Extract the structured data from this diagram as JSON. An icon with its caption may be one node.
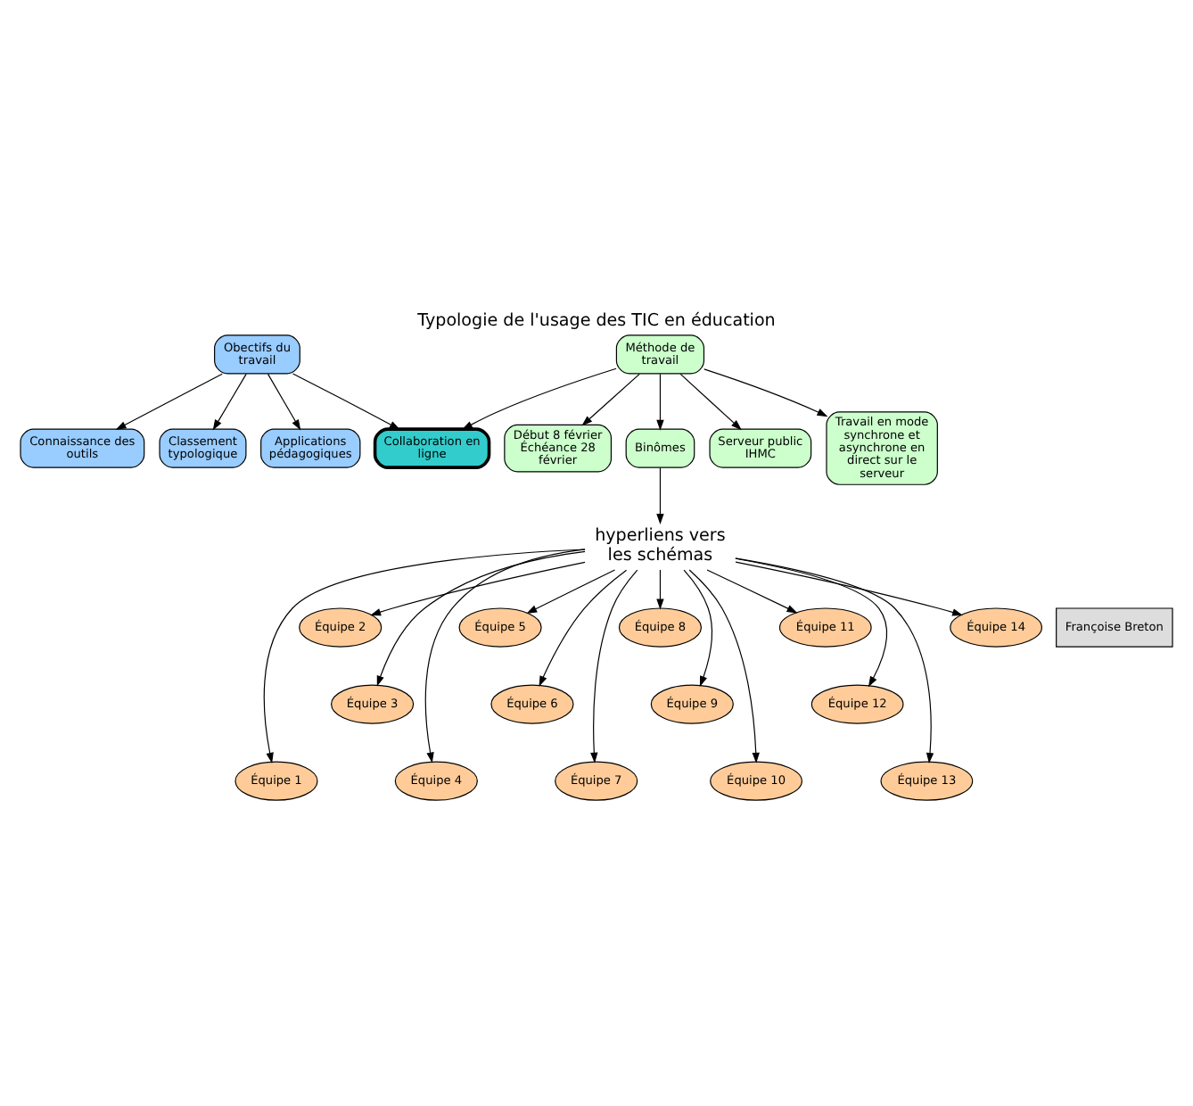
{
  "diagram": {
    "title": "Typologie de l'usage des TIC en éducation",
    "nodes": [
      {
        "text": [
          "Obectifs du travail"
        ]
      },
      {
        "text": [
          "Méthode de travail"
        ]
      },
      {
        "text": [
          "Début 8 février Échéance 28 février"
        ]
      },
      {
        "text": [
          "Connaissance des outils"
        ]
      },
      {
        "text": [
          "Collaboration en ligne"
        ]
      },
      {
        "text": [
          "Classement typologique"
        ]
      },
      {
        "text": [
          "Applications pédagogiques"
        ]
      },
      {
        "text": [
          "Binômes"
        ]
      },
      {
        "text": [
          "Serveur public IHMC"
        ]
      },
      {
        "text": [
          "Travail en mode synchrone et asynchrone en direct sur le serveur"
        ]
      },
      {
        "text": [
          "hyperliens vers les schémas"
        ]
      },
      {
        "text": [
          "Équipe 1"
        ]
      },
      {
        "text": [
          "Équipe 2"
        ]
      },
      {
        "text": [
          "Équipe 3"
        ]
      },
      {
        "text": [
          "Équipe 4"
        ]
      },
      {
        "text": [
          "Équipe 5"
        ]
      },
      {
        "text": [
          "Équipe 6"
        ]
      },
      {
        "text": [
          "Équipe 7"
        ]
      },
      {
        "text": [
          "Équipe 8"
        ]
      },
      {
        "text": [
          "Équipe 9"
        ]
      },
      {
        "text": [
          "Équipe 10"
        ]
      },
      {
        "text": [
          "Équipe 11"
        ]
      },
      {
        "text": [
          "Équipe 12"
        ]
      },
      {
        "text": [
          "Équipe 13"
        ]
      },
      {
        "text": [
          "Équipe 14"
        ]
      }
    ],
    "edges": [
      {
        "from": 0,
        "to": 3,
        "arrow": "to"
      },
      {
        "from": 0,
        "to": 5,
        "arrow": "to"
      },
      {
        "from": 0,
        "to": 6,
        "arrow": "to"
      },
      {
        "from": 0,
        "to": 4,
        "arrow": "to"
      },
      {
        "from": 1,
        "to": 4,
        "arrow": "to"
      },
      {
        "from": 1,
        "to": 7,
        "arrow": "to"
      },
      {
        "from": 1,
        "to": 8,
        "arrow": "to"
      },
      {
        "from": 1,
        "to": 9,
        "arrow": "to"
      },
      {
        "from": 1,
        "to": 2,
        "arrow": "to"
      },
      {
        "from": 7,
        "to": 10,
        "arrow": "to"
      },
      {
        "from": 10,
        "to": 11,
        "arrow": "to"
      },
      {
        "from": 10,
        "to": 12,
        "arrow": "to"
      },
      {
        "from": 10,
        "to": 13,
        "arrow": "to"
      },
      {
        "from": 10,
        "to": 14,
        "arrow": "to"
      },
      {
        "from": 10,
        "to": 15,
        "arrow": "to"
      },
      {
        "from": 10,
        "to": 16,
        "arrow": "to"
      },
      {
        "from": 10,
        "to": 17,
        "arrow": "to"
      },
      {
        "from": 10,
        "to": 18,
        "arrow": "to"
      },
      {
        "from": 10,
        "to": 19,
        "arrow": "to"
      },
      {
        "from": 10,
        "to": 20,
        "arrow": "to"
      },
      {
        "from": 10,
        "to": 21,
        "arrow": "to"
      },
      {
        "from": 10,
        "to": 22,
        "arrow": "to"
      },
      {
        "from": 10,
        "to": 23,
        "arrow": "to"
      },
      {
        "from": 10,
        "to": 24,
        "arrow": "to"
      }
    ],
    "labels": [
      "Françoise Breton"
    ]
  }
}
